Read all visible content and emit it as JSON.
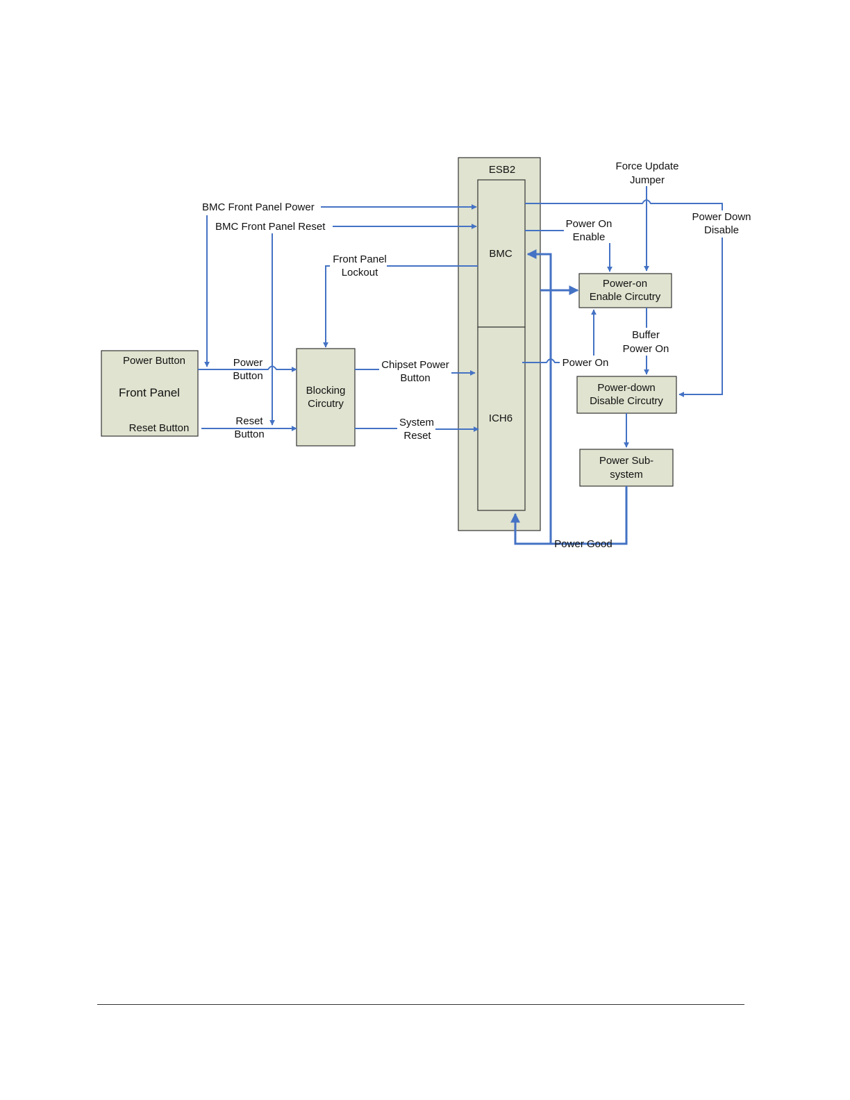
{
  "colors": {
    "box_fill": "#dfe3cf",
    "wire": "#4472c4",
    "text": "#111111"
  },
  "blocks": {
    "esb2": "ESB2",
    "bmc": "BMC",
    "ich6": "ICH6",
    "front_panel": "Front Panel",
    "power_button": "Power Button",
    "reset_button": "Reset Button",
    "blocking": [
      "Blocking",
      "Circutry"
    ],
    "power_on_enable": [
      "Power-on",
      "Enable Circutry"
    ],
    "power_down_disable": [
      "Power-down",
      "Disable Circutry"
    ],
    "power_subsystem": [
      "Power Sub-",
      "system"
    ]
  },
  "signals": {
    "bmc_fp_power": "BMC Front Panel Power",
    "bmc_fp_reset": "BMC Front Panel Reset",
    "fp_lockout": [
      "Front Panel",
      "Lockout"
    ],
    "power_button": [
      "Power",
      "Button"
    ],
    "reset_button": [
      "Reset",
      "Button"
    ],
    "chipset_power_button": [
      "Chipset Power",
      "Button"
    ],
    "system_reset": [
      "System",
      "Reset"
    ],
    "force_update_jumper": [
      "Force Update",
      "Jumper"
    ],
    "power_on_enable": [
      "Power On",
      "Enable"
    ],
    "power_down_disable": [
      "Power Down",
      "Disable"
    ],
    "buffer_power_on": [
      "Buffer",
      "Power On"
    ],
    "power_on": "Power On",
    "power_good": "Power Good"
  }
}
